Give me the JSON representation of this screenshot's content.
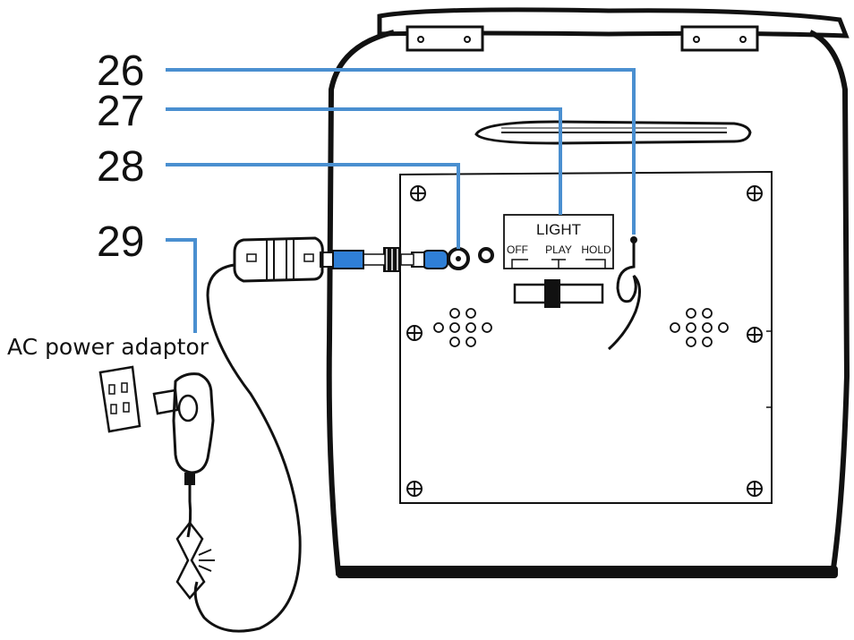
{
  "callouts": [
    {
      "id": "26",
      "label": "26"
    },
    {
      "id": "27",
      "label": "27"
    },
    {
      "id": "28",
      "label": "28"
    },
    {
      "id": "29",
      "label": "29"
    }
  ],
  "adaptor_label": "AC power adaptor",
  "panel": {
    "title": "LIGHT",
    "switch_positions": [
      "OFF",
      "PLAY",
      "HOLD"
    ]
  },
  "colors": {
    "leader": "#4a8fd0",
    "plug_blue": "#2f7fd6",
    "ink": "#111111"
  }
}
